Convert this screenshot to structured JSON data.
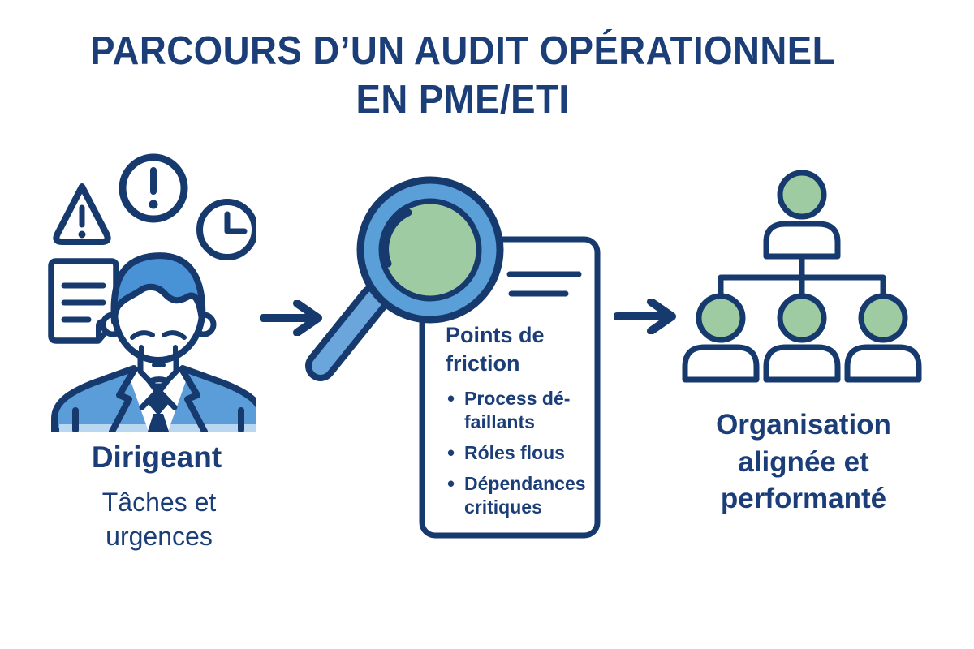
{
  "title": {
    "line1": "PARCOURS D’UN AUDIT OPÉRATIONNEL",
    "line2": "EN PME/ETI"
  },
  "dirigeant": {
    "label": "Dirigeant",
    "sublabel": "Tâches et urgences",
    "icons": [
      "warning-triangle-icon",
      "exclamation-circle-icon",
      "clock-icon",
      "document-icon",
      "stressed-manager-illustration"
    ]
  },
  "audit": {
    "panel_title": "Points de friction",
    "bullets": [
      "Process dé-faillants",
      "Róles flous",
      "Dépendances critiques"
    ],
    "icons": [
      "magnifying-glass-icon",
      "report-panel"
    ]
  },
  "organisation": {
    "label": "Organisation alignée et performanté",
    "icons": [
      "org-chart-illustration"
    ]
  },
  "arrows": [
    "flow-arrow-1",
    "flow-arrow-2"
  ],
  "colors": {
    "navy_outline": "#163a6e",
    "text_navy": "#1c3e78",
    "mid_blue": "#5b9dd8",
    "hair_blue": "#4a92d6",
    "light_blue": "#9cc6ec",
    "green": "#9fcba3",
    "background": "#ffffff"
  }
}
